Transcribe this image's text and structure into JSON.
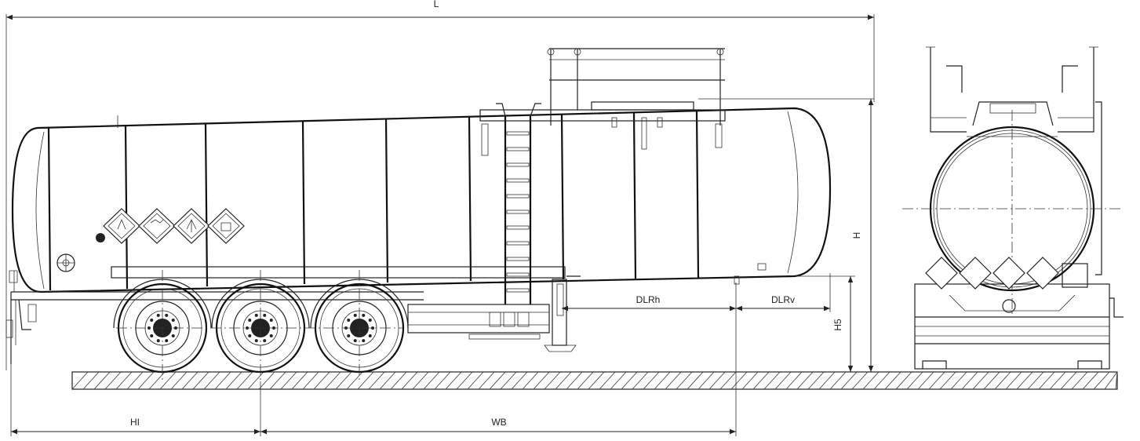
{
  "dimensions": {
    "L": "L",
    "H": "H",
    "H5": "H5",
    "HI": "HI",
    "WB": "WB",
    "DLRh": "DLRh",
    "DLRv": "DLRv"
  },
  "colors": {
    "line": "#222222",
    "background": "#ffffff"
  }
}
